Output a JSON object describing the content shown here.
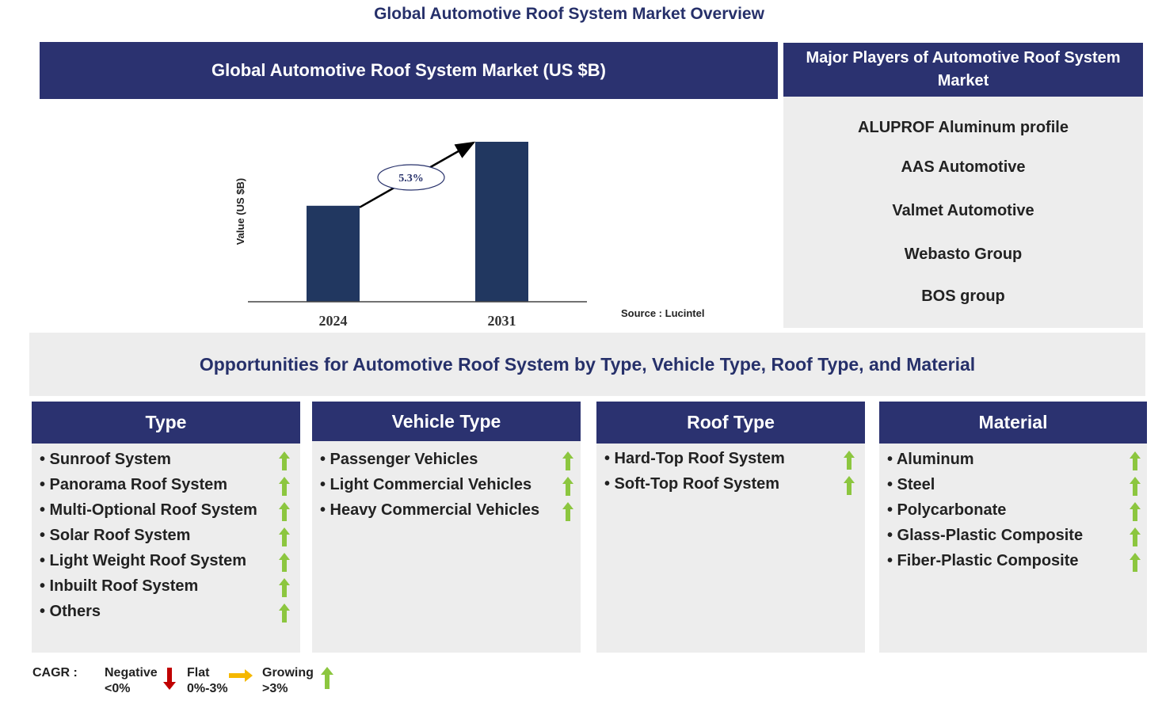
{
  "page_title": "Global Automotive Roof System Market Overview",
  "chart_header": "Global Automotive Roof System Market (US $B)",
  "chart_data": {
    "type": "bar",
    "categories": [
      "2024",
      "2031"
    ],
    "values": [
      0.6,
      1.0
    ],
    "ylabel": "Value (US $B)",
    "cagr_label": "5.3%",
    "source": "Source : Lucintel",
    "grid": false,
    "bar_color": "#213760"
  },
  "players": {
    "title": "Major Players of Automotive Roof System Market",
    "items": [
      "ALUPROF Aluminum profile",
      "AAS Automotive",
      "Valmet Automotive",
      "Webasto Group",
      "BOS group"
    ]
  },
  "opportunities_title": "Opportunities for Automotive Roof System by Type, Vehicle Type, Roof Type, and Material",
  "segments": [
    {
      "title": "Type",
      "items": [
        {
          "label": "• Sunroof System",
          "trend": "growing"
        },
        {
          "label": "• Panorama Roof System",
          "trend": "growing"
        },
        {
          "label": "• Multi-Optional  Roof System",
          "trend": "growing"
        },
        {
          "label": "• Solar  Roof System",
          "trend": "growing"
        },
        {
          "label": "• Light Weight Roof System",
          "trend": "growing"
        },
        {
          "label": "• Inbuilt  Roof System",
          "trend": "growing"
        },
        {
          "label": "• Others",
          "trend": "growing"
        }
      ]
    },
    {
      "title": "Vehicle Type",
      "items": [
        {
          "label": "• Passenger Vehicles",
          "trend": "growing"
        },
        {
          "label": "• Light Commercial Vehicles",
          "trend": "growing"
        },
        {
          "label": "• Heavy Commercial Vehicles",
          "trend": "growing"
        }
      ]
    },
    {
      "title": "Roof Type",
      "items": [
        {
          "label": "• Hard-Top  Roof System",
          "trend": "growing"
        },
        {
          "label": "• Soft-Top  Roof System",
          "trend": "growing"
        }
      ]
    },
    {
      "title": "Material",
      "items": [
        {
          "label": "• Aluminum",
          "trend": "growing"
        },
        {
          "label": "• Steel",
          "trend": "growing"
        },
        {
          "label": "• Polycarbonate",
          "trend": "growing"
        },
        {
          "label": "• Glass-Plastic  Composite",
          "trend": "growing"
        },
        {
          "label": "• Fiber-Plastic  Composite",
          "trend": "growing"
        }
      ]
    }
  ],
  "legend": {
    "label": "CAGR :",
    "negative": {
      "line1": "Negative",
      "line2": "<0%"
    },
    "flat": {
      "line1": "Flat",
      "line2": "0%-3%"
    },
    "growing": {
      "line1": "Growing",
      "line2": ">3%"
    }
  },
  "colors": {
    "navy": "#2b3270",
    "panel": "#ededed",
    "growing": "#8cc63f",
    "flat": "#f5b800",
    "negative": "#c00000"
  }
}
